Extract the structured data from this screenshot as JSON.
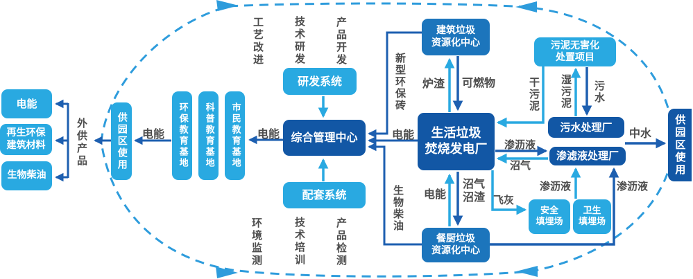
{
  "colors": {
    "light_blue": "#29A9E1",
    "medium_blue": "#1C75BC",
    "dark_blue": "#1257A5",
    "arrow_light": "#29A9E1",
    "arrow_dark": "#1D5FB0",
    "boundary_dash": "#2E9CDC",
    "label_gray": "#4D4D4D"
  },
  "nodes": {
    "out_power": "电能",
    "out_materials": "再生环保\n建筑材料",
    "out_biodiesel": "生物柴油",
    "park_use_left": "供园区使用",
    "edu_env": "环保教育基地",
    "edu_sci": "科普教育基地",
    "edu_citizen": "市民教育基地",
    "rd_system": "研发系统",
    "mgmt_center": "综合管理中心",
    "support_system": "配套系统",
    "construction_center": "建筑垃圾\n资源化中心",
    "power_plant": "生活垃圾\n焚烧发电厂",
    "kitchen_center": "餐厨垃圾\n资源化中心",
    "sludge_project": "污泥无害化\n处置项目",
    "sewage_plant": "污水处理厂",
    "leachate_plant": "渗滤液处理厂",
    "safe_landfill": "安全\n填埋场",
    "sanitary_landfill": "卫生\n填埋场",
    "park_use_right": "供园区使用"
  },
  "flows": {
    "external_products": "外供产品",
    "power_to_park": "电能",
    "power_to_edu": "电能",
    "power_to_mgmt": "电能",
    "craft_improvement": "工艺改进",
    "tech_rd": "技术研发",
    "product_dev": "产品开发",
    "env_monitoring": "环境监测",
    "tech_training": "技术培训",
    "product_inspection": "产品检测",
    "new_eco_brick": "新型环保砖",
    "biodiesel": "生物柴油",
    "slag": "炉渣",
    "combustibles": "可燃物",
    "power_exchange": "电能",
    "biogas_residue": "沼气\n沼渣",
    "dry_sludge": "干污泥",
    "wet_sludge": "湿污泥",
    "sewage": "污水",
    "leachate_to_plant": "渗沥液",
    "biogas": "沼气",
    "recycled_water": "中水",
    "fly_ash": "飞灰",
    "leachate_from_landfill": "渗沥液",
    "leachate_from_kitchen": "渗沥液"
  }
}
